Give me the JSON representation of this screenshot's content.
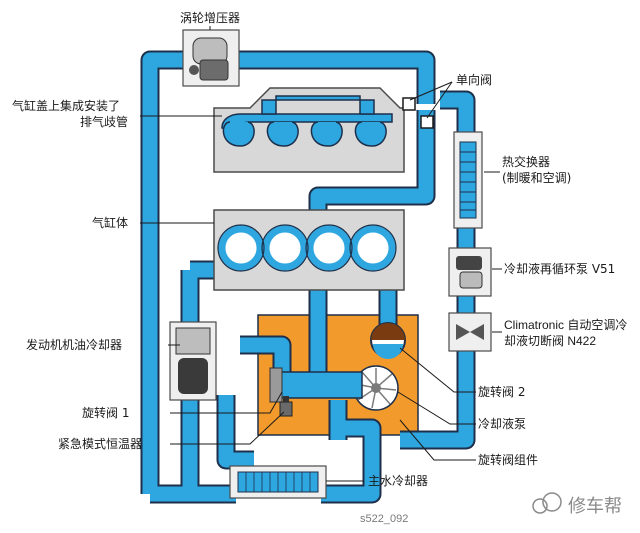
{
  "labels": {
    "turbocharger": "涡轮增压器",
    "check_valve": "单向阀",
    "exhaust_manifold_line1": "气缸盖上集成安装了",
    "exhaust_manifold_line2": "排气歧管",
    "heat_exchanger_line1": "热交换器",
    "heat_exchanger_line2": "(制暖和空调)",
    "cylinder_block": "气缸体",
    "recirc_pump": "冷却液再循环泵 V51",
    "climatronic_line1": "Climatronic 自动空调冷",
    "climatronic_line2": "却液切断阀 N422",
    "oil_cooler": "发动机机油冷却器",
    "rotary_valve_2": "旋转阀 2",
    "rotary_valve_1": "旋转阀 1",
    "coolant_pump": "冷却液泵",
    "emergency_thermostat": "紧急模式恒温器",
    "rotary_valve_assembly": "旋转阀组件",
    "main_radiator": "主水冷却器"
  },
  "figure_code": "s522_092",
  "watermark": "修车帮",
  "colors": {
    "coolant": "#2ea7e0",
    "pipe_outline": "#1d2f4a",
    "component_gray": "#d8d8d8",
    "valve_assembly": "#f39a2c",
    "rotary_valve_brown": "#7a3b10"
  }
}
